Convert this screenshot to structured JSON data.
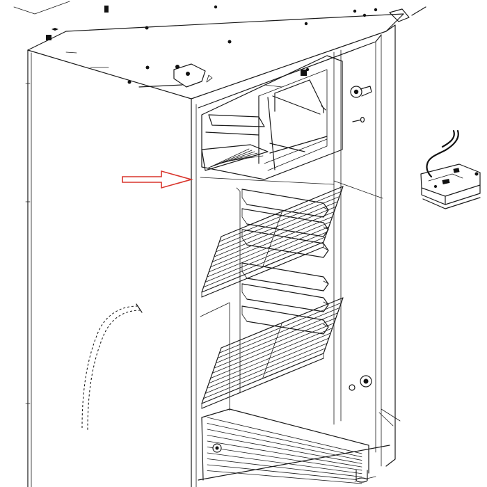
{
  "figure": {
    "subject": "refrigerator-interior-exploded-view",
    "line_color": "#1a1a1a",
    "background_color": "#ffffff",
    "arrow_color": "#d9342b",
    "shelf_count": 3,
    "drawer_rail_count": 6
  }
}
